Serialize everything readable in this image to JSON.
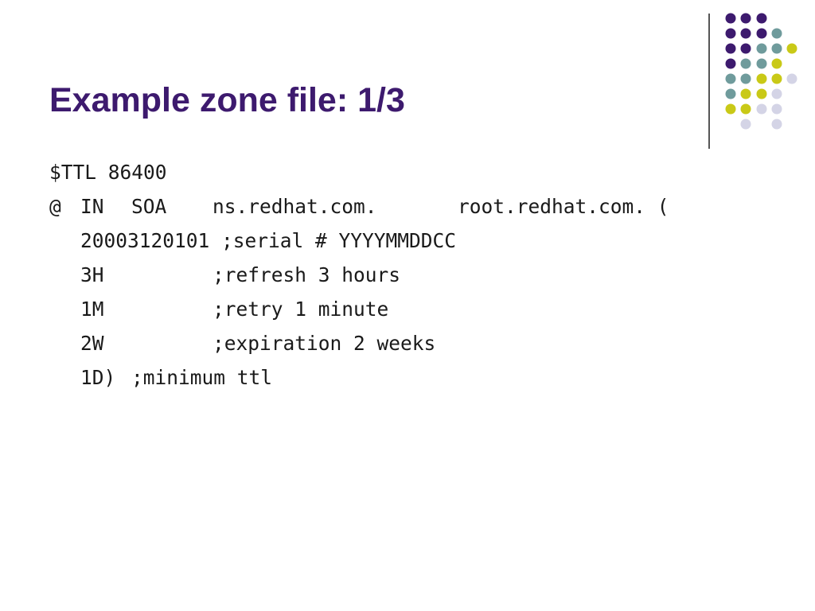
{
  "slide": {
    "title": "Example zone file: 1/3",
    "colors": {
      "title": "#3d1a6e",
      "dot_purple": "#3d1a6e",
      "dot_teal": "#6f9b9c",
      "dot_yellow": "#c9c917",
      "dot_lavender": "#d4d4e6",
      "divider": "#555555"
    },
    "lines": [
      {
        "cols": [
          "$TTL 86400"
        ]
      },
      {
        "cols": [
          "@",
          "IN",
          "SOA",
          "ns.redhat.com.",
          "root.redhat.com. ("
        ]
      },
      {
        "cols": [
          "20003120101 ;serial # YYYYMMDDCC"
        ]
      },
      {
        "cols": [
          "3H",
          ";refresh 3 hours"
        ]
      },
      {
        "cols": [
          "1M",
          ";retry 1 minute"
        ]
      },
      {
        "cols": [
          "2W",
          ";expiration 2 weeks"
        ]
      },
      {
        "cols": [
          "1D)",
          ";minimum ttl"
        ]
      }
    ]
  }
}
